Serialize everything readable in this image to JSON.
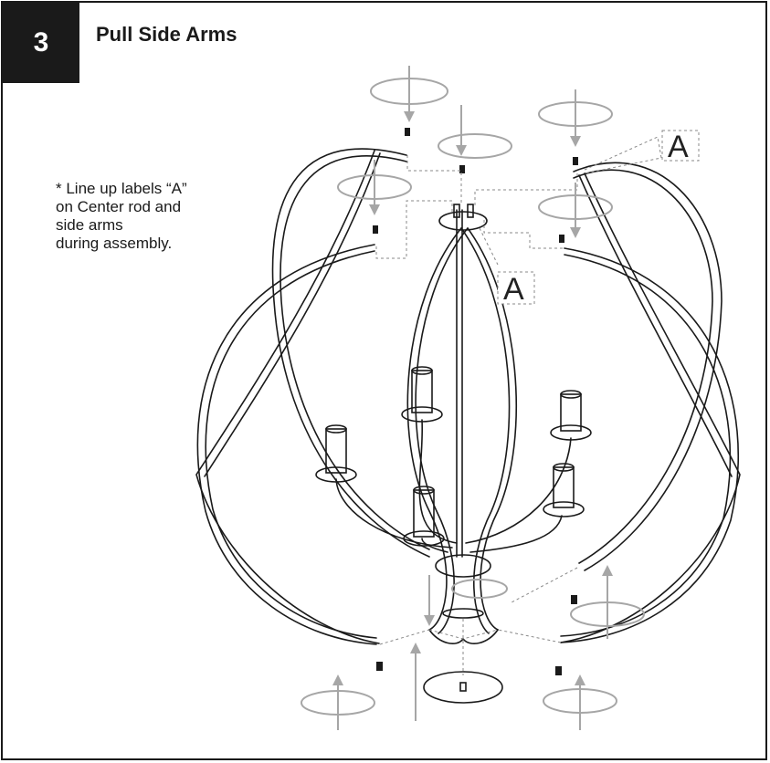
{
  "step": {
    "number": "3",
    "title": "Pull Side Arms"
  },
  "note": {
    "lines": [
      "* Line up labels “A”",
      "on Center rod and",
      "side arms",
      "during assembly."
    ]
  },
  "labels": {
    "a_top": "A",
    "a_center": "A"
  },
  "colors": {
    "ink": "#1a1a1a",
    "arrow": "#a6a6a6",
    "leader": "#888888"
  }
}
